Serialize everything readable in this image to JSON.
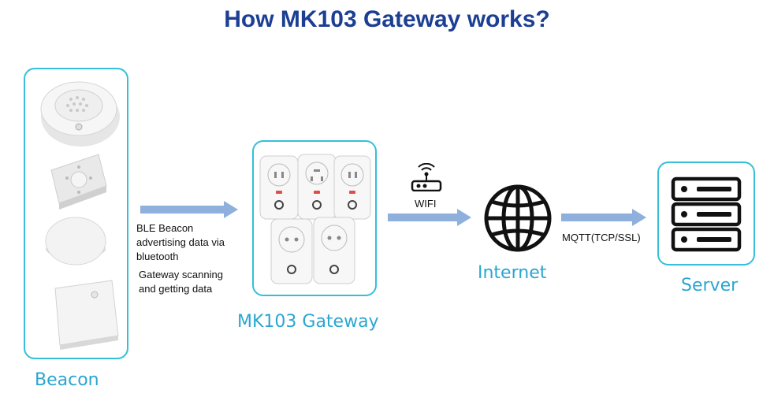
{
  "title": "How MK103 Gateway works?",
  "nodes": {
    "beacon": "Beacon",
    "gateway": "MK103 Gateway",
    "internet": "Internet",
    "server": "Server"
  },
  "annotations": {
    "ble_line1": "BLE Beacon",
    "ble_line2": "advertising data via",
    "ble_line3": "bluetooth",
    "scan_line1": "Gateway scanning",
    "scan_line2": "and getting data",
    "wifi": "WIFI",
    "mqtt": "MQTT(TCP/SSL)"
  },
  "colors": {
    "title": "#1c3f94",
    "accent": "#33c0d8",
    "label": "#2aa6d0",
    "arrow": "#8fb0dc"
  },
  "icons": [
    "ceiling-beacon-icon",
    "button-beacon-icon",
    "round-beacon-icon",
    "card-beacon-icon",
    "smart-plug-icon",
    "router-icon",
    "globe-icon",
    "server-icon"
  ]
}
